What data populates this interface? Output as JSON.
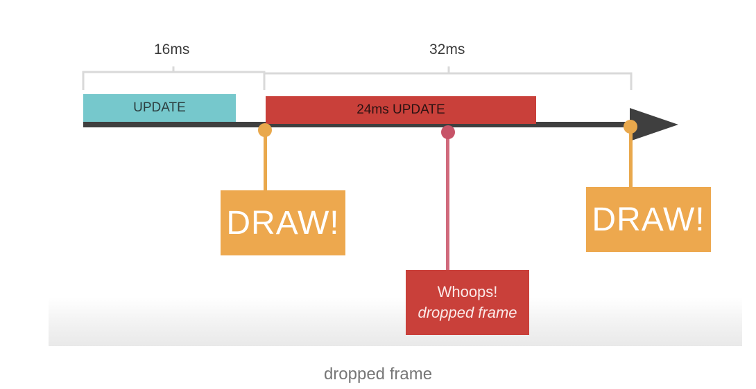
{
  "diagram": {
    "spans": {
      "first": "16ms",
      "second": "32ms"
    },
    "bars": {
      "update": "UPDATE",
      "update_24": "24ms UPDATE"
    },
    "draw_boxes": {
      "first": "DRAW!",
      "second": "DRAW!"
    },
    "dropped": {
      "line1": "Whoops!",
      "line2": "dropped frame"
    },
    "colors": {
      "update": "#76c8cc",
      "update_24": "#c9403a",
      "draw": "#eda84e",
      "timeline": "#3f3f3f",
      "dropped_marker": "#d06a7c"
    }
  },
  "caption": "dropped frame"
}
